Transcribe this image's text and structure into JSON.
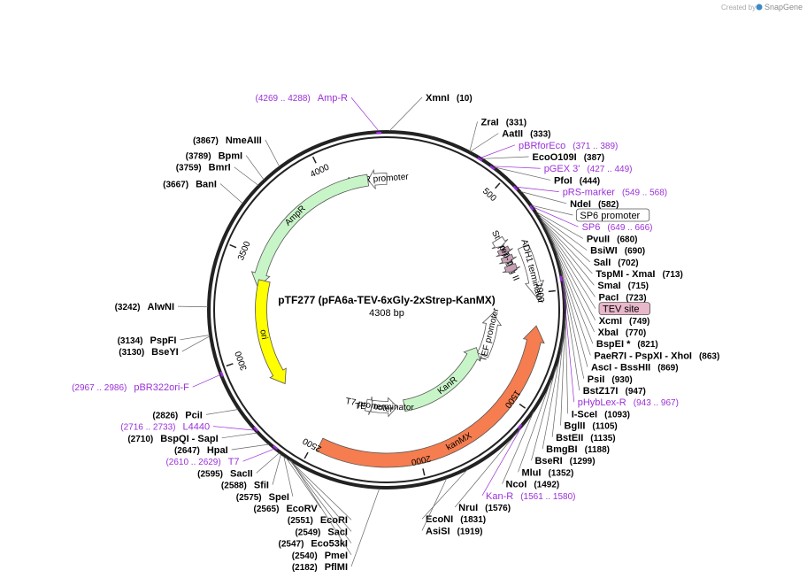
{
  "creator": {
    "prefix": "Created by",
    "brand": "SnapGene"
  },
  "plasmid": {
    "name": "pTF277 (pFA6a-TEV-6xGly-2xStrep-KanMX)",
    "length": "4308 bp",
    "total_bp": 4308
  },
  "ticks": [
    {
      "label": "500",
      "bp": 500
    },
    {
      "label": "1000",
      "bp": 1000
    },
    {
      "label": "1500",
      "bp": 1500
    },
    {
      "label": "2000",
      "bp": 2000
    },
    {
      "label": "2500",
      "bp": 2500
    },
    {
      "label": "3000",
      "bp": 3000
    },
    {
      "label": "3500",
      "bp": 3500
    },
    {
      "label": "4000",
      "bp": 4000
    }
  ],
  "sites": [
    {
      "name": "XmnI",
      "pos": "(10)",
      "bp": 10,
      "side": "R"
    },
    {
      "name": "ZraI",
      "pos": "(331)",
      "bp": 331,
      "side": "R"
    },
    {
      "name": "AatII",
      "pos": "(333)",
      "bp": 333,
      "side": "R"
    },
    {
      "name": "EcoO109I",
      "pos": "(387)",
      "bp": 387,
      "side": "R"
    },
    {
      "name": "PfoI",
      "pos": "(444)",
      "bp": 444,
      "side": "R"
    },
    {
      "name": "NdeI",
      "pos": "(582)",
      "bp": 582,
      "side": "R"
    },
    {
      "name": "PvuII",
      "pos": "(680)",
      "bp": 680,
      "side": "R"
    },
    {
      "name": "BsiWI",
      "pos": "(690)",
      "bp": 690,
      "side": "R"
    },
    {
      "name": "SalI",
      "pos": "(702)",
      "bp": 702,
      "side": "R"
    },
    {
      "name": "TspMI - XmaI",
      "pos": "(713)",
      "bp": 713,
      "side": "R"
    },
    {
      "name": "SmaI",
      "pos": "(715)",
      "bp": 715,
      "side": "R"
    },
    {
      "name": "PacI",
      "pos": "(723)",
      "bp": 723,
      "side": "R"
    },
    {
      "name": "XcmI",
      "pos": "(749)",
      "bp": 749,
      "side": "R"
    },
    {
      "name": "XbaI",
      "pos": "(770)",
      "bp": 770,
      "side": "R"
    },
    {
      "name": "BspEI *",
      "pos": "(821)",
      "bp": 821,
      "side": "R"
    },
    {
      "name": "PaeR7I - PspXI - XhoI",
      "pos": "(863)",
      "bp": 863,
      "side": "R"
    },
    {
      "name": "AscI - BssHII",
      "pos": "(869)",
      "bp": 869,
      "side": "R"
    },
    {
      "name": "PsiI",
      "pos": "(930)",
      "bp": 930,
      "side": "R"
    },
    {
      "name": "BstZ17I",
      "pos": "(947)",
      "bp": 947,
      "side": "R"
    },
    {
      "name": "I-SceI",
      "pos": "(1093)",
      "bp": 1093,
      "side": "R"
    },
    {
      "name": "BglII",
      "pos": "(1105)",
      "bp": 1105,
      "side": "R"
    },
    {
      "name": "BstEII",
      "pos": "(1135)",
      "bp": 1135,
      "side": "R"
    },
    {
      "name": "BmgBI",
      "pos": "(1188)",
      "bp": 1188,
      "side": "R"
    },
    {
      "name": "BseRI",
      "pos": "(1299)",
      "bp": 1299,
      "side": "R"
    },
    {
      "name": "MluI",
      "pos": "(1352)",
      "bp": 1352,
      "side": "R"
    },
    {
      "name": "NcoI",
      "pos": "(1492)",
      "bp": 1492,
      "side": "R"
    },
    {
      "name": "NruI",
      "pos": "(1576)",
      "bp": 1576,
      "side": "R"
    },
    {
      "name": "EcoNI",
      "pos": "(1831)",
      "bp": 1831,
      "side": "R"
    },
    {
      "name": "AsiSI",
      "pos": "(1919)",
      "bp": 1919,
      "side": "R"
    },
    {
      "name": "PflMI",
      "pos": "(2182)",
      "bp": 2182,
      "side": "L"
    },
    {
      "name": "PmeI",
      "pos": "(2540)",
      "bp": 2540,
      "side": "L"
    },
    {
      "name": "Eco53kI",
      "pos": "(2547)",
      "bp": 2547,
      "side": "L"
    },
    {
      "name": "SacI",
      "pos": "(2549)",
      "bp": 2549,
      "side": "L"
    },
    {
      "name": "EcoRI",
      "pos": "(2551)",
      "bp": 2551,
      "side": "L"
    },
    {
      "name": "EcoRV",
      "pos": "(2565)",
      "bp": 2565,
      "side": "L"
    },
    {
      "name": "SpeI",
      "pos": "(2575)",
      "bp": 2575,
      "side": "L"
    },
    {
      "name": "SfiI",
      "pos": "(2588)",
      "bp": 2588,
      "side": "L"
    },
    {
      "name": "SacII",
      "pos": "(2595)",
      "bp": 2595,
      "side": "L"
    },
    {
      "name": "HpaI",
      "pos": "(2647)",
      "bp": 2647,
      "side": "L"
    },
    {
      "name": "BspQI - SapI",
      "pos": "(2710)",
      "bp": 2710,
      "side": "L"
    },
    {
      "name": "PciI",
      "pos": "(2826)",
      "bp": 2826,
      "side": "L"
    },
    {
      "name": "BseYI",
      "pos": "(3130)",
      "bp": 3130,
      "side": "L"
    },
    {
      "name": "PspFI",
      "pos": "(3134)",
      "bp": 3134,
      "side": "L"
    },
    {
      "name": "AlwNI",
      "pos": "(3242)",
      "bp": 3242,
      "side": "L"
    },
    {
      "name": "BanI",
      "pos": "(3667)",
      "bp": 3667,
      "side": "L"
    },
    {
      "name": "BmrI",
      "pos": "(3759)",
      "bp": 3759,
      "side": "L"
    },
    {
      "name": "BpmI",
      "pos": "(3789)",
      "bp": 3789,
      "side": "L"
    },
    {
      "name": "NmeAIII",
      "pos": "(3867)",
      "bp": 3867,
      "side": "L"
    }
  ],
  "primers": [
    {
      "name": "Amp-R",
      "range": "(4269 .. 4288)",
      "bp": 4278,
      "side": "L"
    },
    {
      "name": "pBRforEco",
      "range": "(371 .. 389)",
      "bp": 380,
      "side": "R"
    },
    {
      "name": "pGEX 3'",
      "range": "(427 .. 449)",
      "bp": 438,
      "side": "R"
    },
    {
      "name": "pRS-marker",
      "range": "(549 .. 568)",
      "bp": 558,
      "side": "R"
    },
    {
      "name": "SP6",
      "range": "(649 .. 666)",
      "bp": 657,
      "side": "R"
    },
    {
      "name": "pHybLex-R",
      "range": "(943 .. 967)",
      "bp": 955,
      "side": "R"
    },
    {
      "name": "Kan-R",
      "range": "(1561 .. 1580)",
      "bp": 1570,
      "side": "R"
    },
    {
      "name": "T7",
      "range": "(2610 .. 2629)",
      "bp": 2620,
      "side": "L"
    },
    {
      "name": "L4440",
      "range": "(2716 .. 2733)",
      "bp": 2724,
      "side": "L"
    },
    {
      "name": "pBR322ori-F",
      "range": "(2967 .. 2986)",
      "bp": 2976,
      "side": "L"
    }
  ],
  "boxed": [
    {
      "name": "SP6 promoter",
      "bp": 650,
      "fill": "#ffffff"
    },
    {
      "name": "TEV site",
      "bp": 738,
      "fill": "#e8b7c9"
    }
  ],
  "features": [
    {
      "name": "AmpR promoter",
      "start": 4210,
      "end": 4308,
      "r": 148,
      "dir": -1,
      "fill": "#ffffff",
      "labeled": true
    },
    {
      "name": "AmpR",
      "start": 3350,
      "end": 4209,
      "r": 148,
      "dir": -1,
      "fill": "#c8f5c8",
      "labeled": true
    },
    {
      "name": "ori",
      "start": 2800,
      "end": 3390,
      "r": 142,
      "dir": -1,
      "fill": "#ffff00",
      "labeled": true
    },
    {
      "name": "kanMX",
      "start": 1150,
      "end": 2470,
      "r": 170,
      "dir": -1,
      "fill": "#f57d4f",
      "labeled": true
    },
    {
      "name": "KanR",
      "start": 1350,
      "end": 2030,
      "r": 110,
      "dir": -1,
      "fill": "#c8f5c8",
      "labeled": true
    },
    {
      "name": "TEF promoter",
      "start": 1100,
      "end": 1380,
      "r": 120,
      "dir": -1,
      "fill": "#ffffff",
      "labeled": true
    },
    {
      "name": "TEF terminator",
      "start": 2080,
      "end": 2260,
      "r": 110,
      "dir": -1,
      "fill": "#ffffff",
      "labeled": true
    },
    {
      "name": "ADH1 terminator",
      "start": 780,
      "end": 1020,
      "r": 170,
      "dir": 1,
      "fill": "#ffffff",
      "labeled": true
    },
    {
      "name": "T7 promoter",
      "start": 2255,
      "end": 2300,
      "r": 110,
      "dir": -1,
      "fill": "#ffffff",
      "labeled": true
    },
    {
      "name": "Strep-Tag II",
      "start": 745,
      "end": 778,
      "r": 148,
      "dir": 1,
      "fill": "#c8a0b5",
      "labeled": true
    },
    {
      "name": "Strep-Tag II",
      "start": 790,
      "end": 822,
      "r": 148,
      "dir": 1,
      "fill": "#c8a0b5",
      "labeled": true
    },
    {
      "name": "Strep-Tag II",
      "start": 840,
      "end": 875,
      "r": 148,
      "dir": 1,
      "fill": "#c8a0b5",
      "labeled": false
    },
    {
      "name": "6xGly",
      "start": 690,
      "end": 730,
      "r": 148,
      "dir": 1,
      "fill": "#ffffff",
      "labeled": false
    }
  ]
}
